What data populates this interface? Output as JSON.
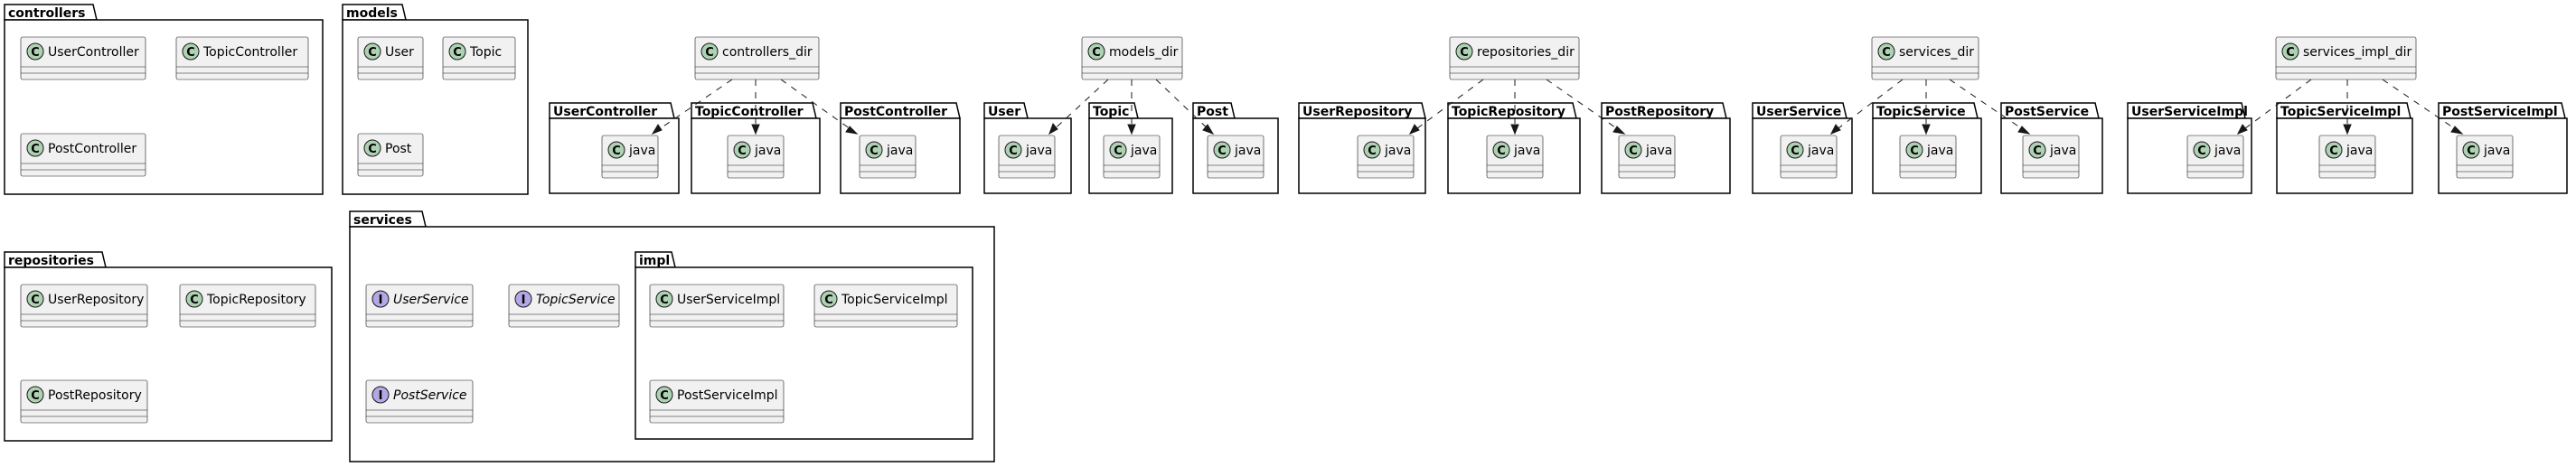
{
  "diagram": {
    "packages": {
      "controllers": "controllers",
      "models": "models",
      "repositories": "repositories",
      "services": "services",
      "impl": "impl",
      "user_controller": "UserController",
      "topic_controller": "TopicController",
      "post_controller": "PostController",
      "user": "User",
      "topic": "Topic",
      "post": "Post",
      "user_repository": "UserRepository",
      "topic_repository": "TopicRepository",
      "post_repository": "PostRepository",
      "user_service": "UserService",
      "topic_service": "TopicService",
      "post_service": "PostService",
      "user_service_impl": "UserServiceImpl",
      "topic_service_impl": "TopicServiceImpl",
      "post_service_impl": "PostServiceImpl"
    },
    "classes": {
      "user_controller": "UserController",
      "topic_controller": "TopicController",
      "post_controller": "PostController",
      "user": "User",
      "topic": "Topic",
      "post": "Post",
      "user_repository": "UserRepository",
      "topic_repository": "TopicRepository",
      "post_repository": "PostRepository",
      "user_service_impl": "UserServiceImpl",
      "topic_service_impl": "TopicServiceImpl",
      "post_service_impl": "PostServiceImpl",
      "controllers_dir": "controllers_dir",
      "models_dir": "models_dir",
      "repositories_dir": "repositories_dir",
      "services_dir": "services_dir",
      "services_impl_dir": "services_impl_dir",
      "java": "java"
    },
    "interfaces": {
      "user_service": "UserService",
      "topic_service": "TopicService",
      "post_service": "PostService"
    },
    "stereotype_letters": {
      "class": "C",
      "interface": "I"
    },
    "colors": {
      "class_circle": "#add1b2",
      "interface_circle": "#b4a7e5",
      "class_fill": "#f1f1f1",
      "stroke": "#181818"
    }
  }
}
